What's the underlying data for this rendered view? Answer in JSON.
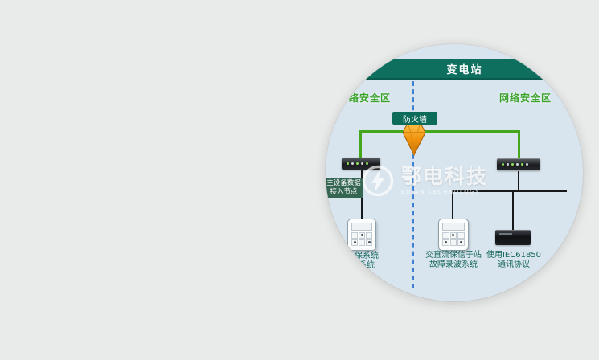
{
  "diagram": {
    "header": {
      "title": "变电站"
    },
    "zones": {
      "left": "网络安全区",
      "right": "网络安全区"
    },
    "firewall": {
      "label": "防火墙"
    },
    "access_badge": {
      "line1": "主设备数据",
      "line2": "接入节点"
    },
    "captions": {
      "left": {
        "line1": "保系统",
        "line2": "系统"
      },
      "middle": {
        "line1": "交直流保信子站",
        "line2": "故障录波系统"
      },
      "right": {
        "line1": "使用IEC61850",
        "line2": "通讯协议"
      }
    },
    "watermark": {
      "name": "鄂电科技",
      "subtext": "EDIAN TECHNOLOGY"
    },
    "colors": {
      "band_teal": "#0e6f5f",
      "zone_text_green": "#3aa32a",
      "bus_green": "#45a81c",
      "divider_blue": "#3f80d2",
      "circle_background": "#d9e5ee",
      "page_background": "#e9eaea",
      "firewall_orange": "#f0930f"
    }
  }
}
